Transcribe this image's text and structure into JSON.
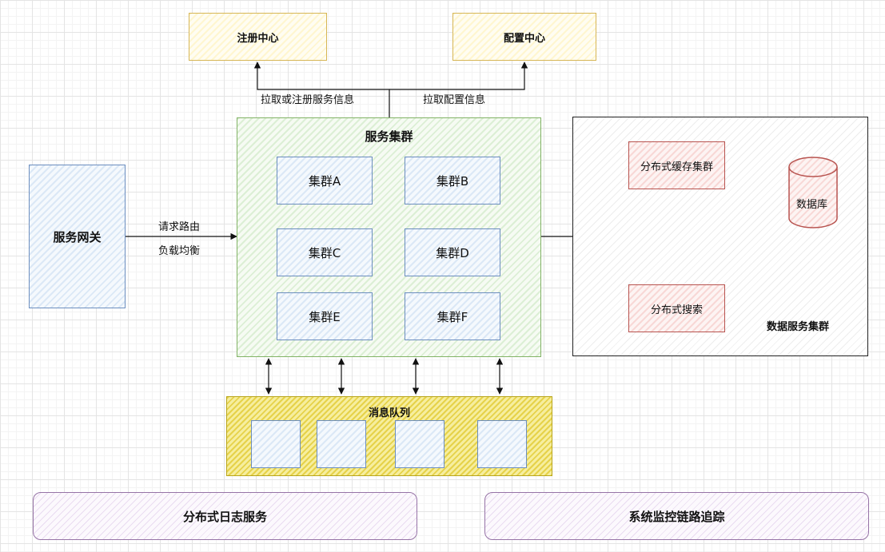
{
  "top": {
    "registry_center": "注册中心",
    "config_center": "配置中心",
    "pull_register_label": "拉取或注册服务信息",
    "pull_config_label": "拉取配置信息"
  },
  "gateway": {
    "title": "服务网关",
    "route_label": "请求路由",
    "balance_label": "负载均衡"
  },
  "service_cluster": {
    "title": "服务集群",
    "items": [
      "集群A",
      "集群B",
      "集群C",
      "集群D",
      "集群E",
      "集群F"
    ]
  },
  "data_services": {
    "title": "数据服务集群",
    "cache": "分布式缓存集群",
    "database": "数据库",
    "search": "分布式搜索"
  },
  "message_queue": {
    "title": "消息队列"
  },
  "bottom": {
    "logging": "分布式日志服务",
    "monitoring": "系统监控链路追踪"
  }
}
